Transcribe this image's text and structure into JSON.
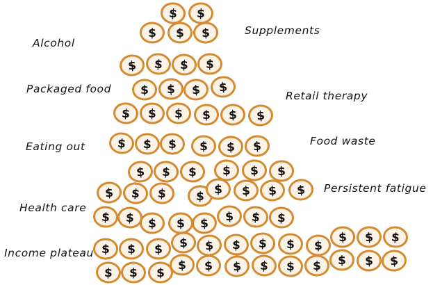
{
  "labels": {
    "supplements": "Supplements",
    "alcohol": "Alcohol",
    "packaged_food": "Packaged food",
    "retail_therapy": "Retail therapy",
    "eating_out": "Eating out",
    "food_waste": "Food waste",
    "persistent_fatigue": "Persistent fatigue",
    "health_care": "Health care",
    "income_plateau": "Income plateau"
  },
  "coin_symbol": "$",
  "colors": {
    "coin_fill": "#fbf3e7",
    "coin_stroke": "#d48a2f",
    "symbol": "#111111"
  }
}
